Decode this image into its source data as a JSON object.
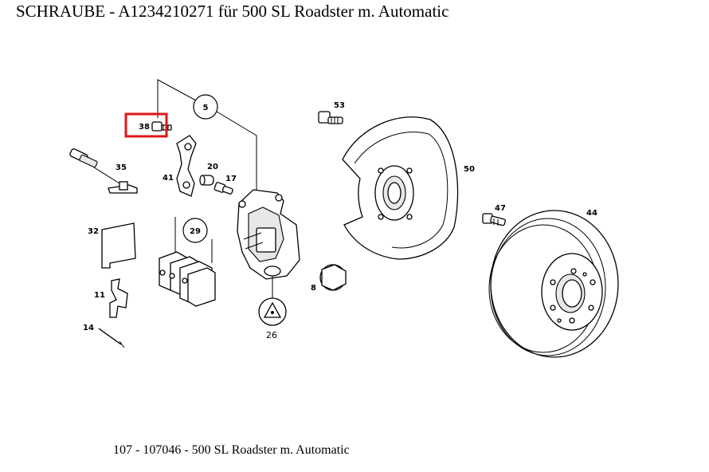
{
  "title": "SCHRAUBE  - A1234210271 für 500 SL Roadster m. Automatic",
  "footer": "107 - 107046 - 500 SL Roadster m. Automatic",
  "highlight_color": "#e0161b",
  "parts": {
    "p5": "5",
    "p38": "38",
    "p35": "35",
    "p41": "41",
    "p20": "20",
    "p17": "17",
    "p53": "53",
    "p50": "50",
    "p32": "32",
    "p29": "29",
    "p11": "11",
    "p14": "14",
    "p8": "8",
    "p26": "26",
    "p47": "47",
    "p44": "44"
  }
}
